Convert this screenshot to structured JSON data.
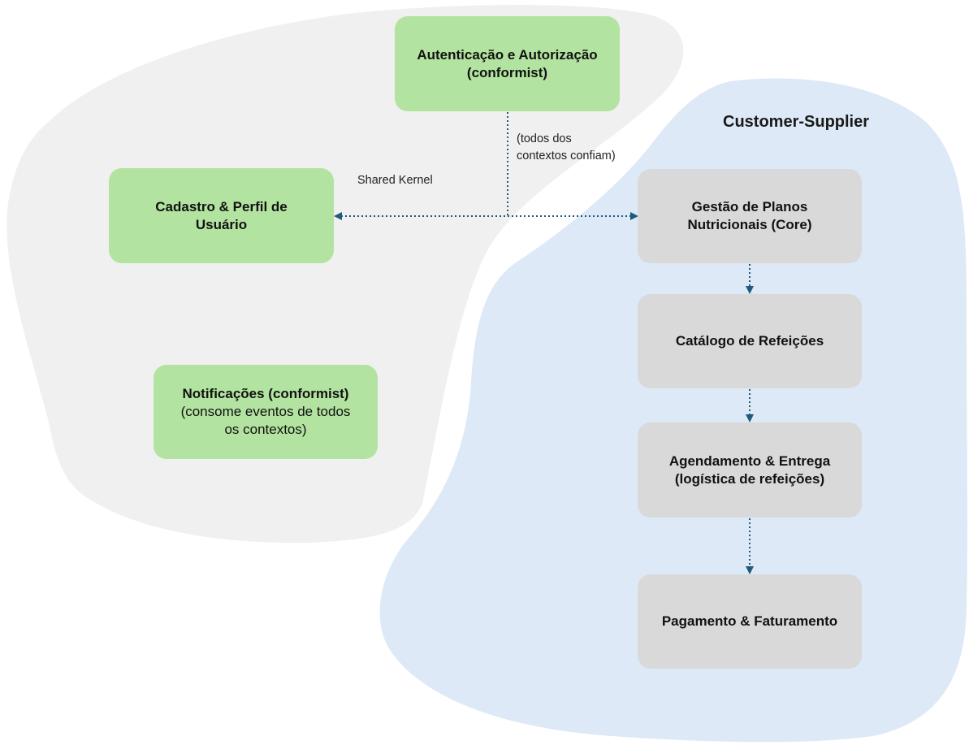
{
  "diagram": {
    "region_title": "Customer-Supplier",
    "colors": {
      "shared_region_fill": "#f0f0f0",
      "customer_supplier_region_fill": "#dde9f6",
      "conformist_box_fill": "#b3e3a0",
      "core_box_fill": "#d9d9d9",
      "connector_color": "#1f5a7a"
    },
    "labels": {
      "shared_kernel": "Shared Kernel",
      "trust_note_line1": "(todos dos",
      "trust_note_line2": "contextos confiam)"
    },
    "boxes": {
      "auth": {
        "title_line1": "Autenticação e Autorização",
        "title_line2": "(conformist)"
      },
      "cadastro": {
        "title_line1": "Cadastro & Perfil de",
        "title_line2": "Usuário"
      },
      "notificacoes": {
        "title": "Notificações (conformist)",
        "subtitle_line1": "(consome eventos de todos",
        "subtitle_line2": "os contextos)"
      },
      "gestao": {
        "title_line1": "Gestão de Planos",
        "title_line2": "Nutricionais (Core)"
      },
      "catalogo": {
        "title": "Catálogo de Refeições"
      },
      "agendamento": {
        "title_line1": "Agendamento & Entrega",
        "title_line2": "(logística de refeições)"
      },
      "pagamento": {
        "title": "Pagamento & Faturamento"
      }
    }
  }
}
